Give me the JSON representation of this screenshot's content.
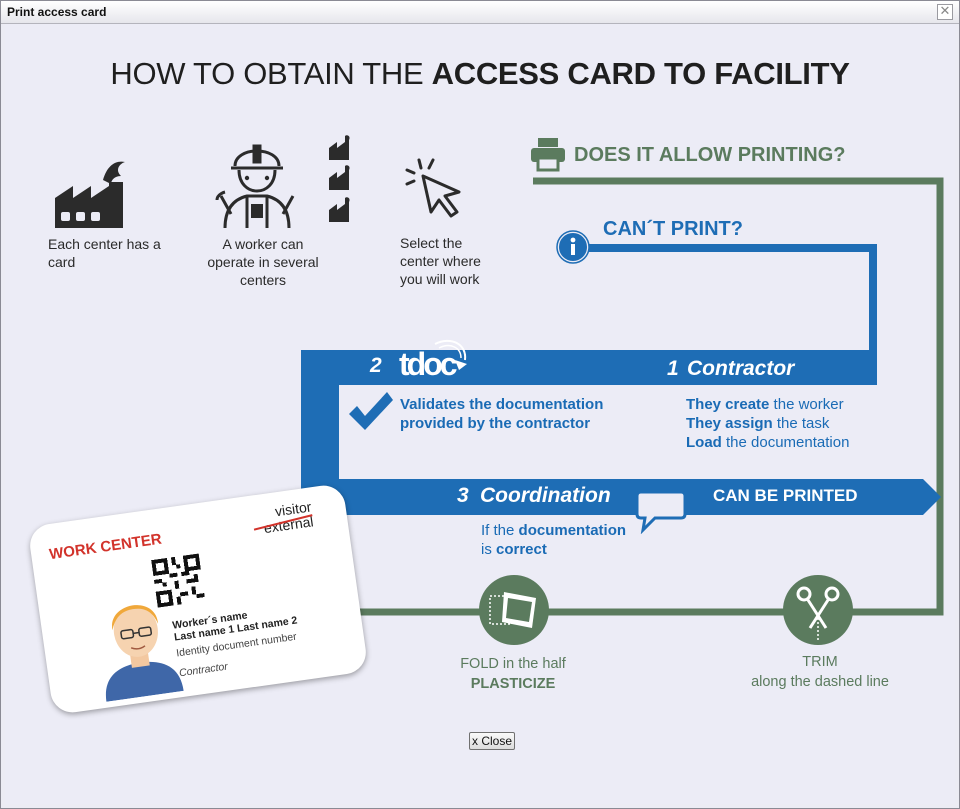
{
  "window": {
    "title": "Print access card",
    "close_glyph": "✕"
  },
  "headline": {
    "normal": "HOW TO OBTAIN THE ",
    "bold": "ACCESS CARD TO FACILITY"
  },
  "intro": {
    "each_center": "Each center has a card",
    "worker": "A worker can operate in several centers",
    "select": "Select the center where you will work"
  },
  "printing": {
    "question": "DOES IT ALLOW PRINTING?",
    "cant_print": "CAN´T PRINT?"
  },
  "steps": {
    "contractor": {
      "num": "1",
      "title": "Contractor",
      "l1b": "They create",
      "l1": " the worker",
      "l2b": "They assign",
      "l2": " the task",
      "l3b": "Load",
      "l3": " the documentation"
    },
    "tdoc": {
      "num": "2",
      "logo": "tdoc",
      "l1a": "Validates the ",
      "l1b": "documentation",
      "l2": "provided by the contractor"
    },
    "coordination": {
      "num": "3",
      "title": "Coordination",
      "l1a": "If the ",
      "l1b": "documentation",
      "l2a": "is ",
      "l2b": "correct"
    }
  },
  "can_be_printed": "CAN BE PRINTED",
  "fold": {
    "l1": "FOLD in the half",
    "l2": "PLASTICIZE"
  },
  "trim": {
    "l1": "TRIM",
    "l2": "along the dashed line"
  },
  "card": {
    "work_center": "WORK CENTER",
    "visitor": "visitor",
    "external": "external",
    "name": "Worker´s name",
    "last_name": "Last name  1 Last name 2",
    "id_doc": "Identity document number",
    "contractor": "Contractor"
  },
  "close_button": "x Close",
  "colors": {
    "blue": "#1e6db5",
    "green": "#5b7b5e",
    "red": "#d2332b",
    "dark": "#2a2a2a"
  }
}
